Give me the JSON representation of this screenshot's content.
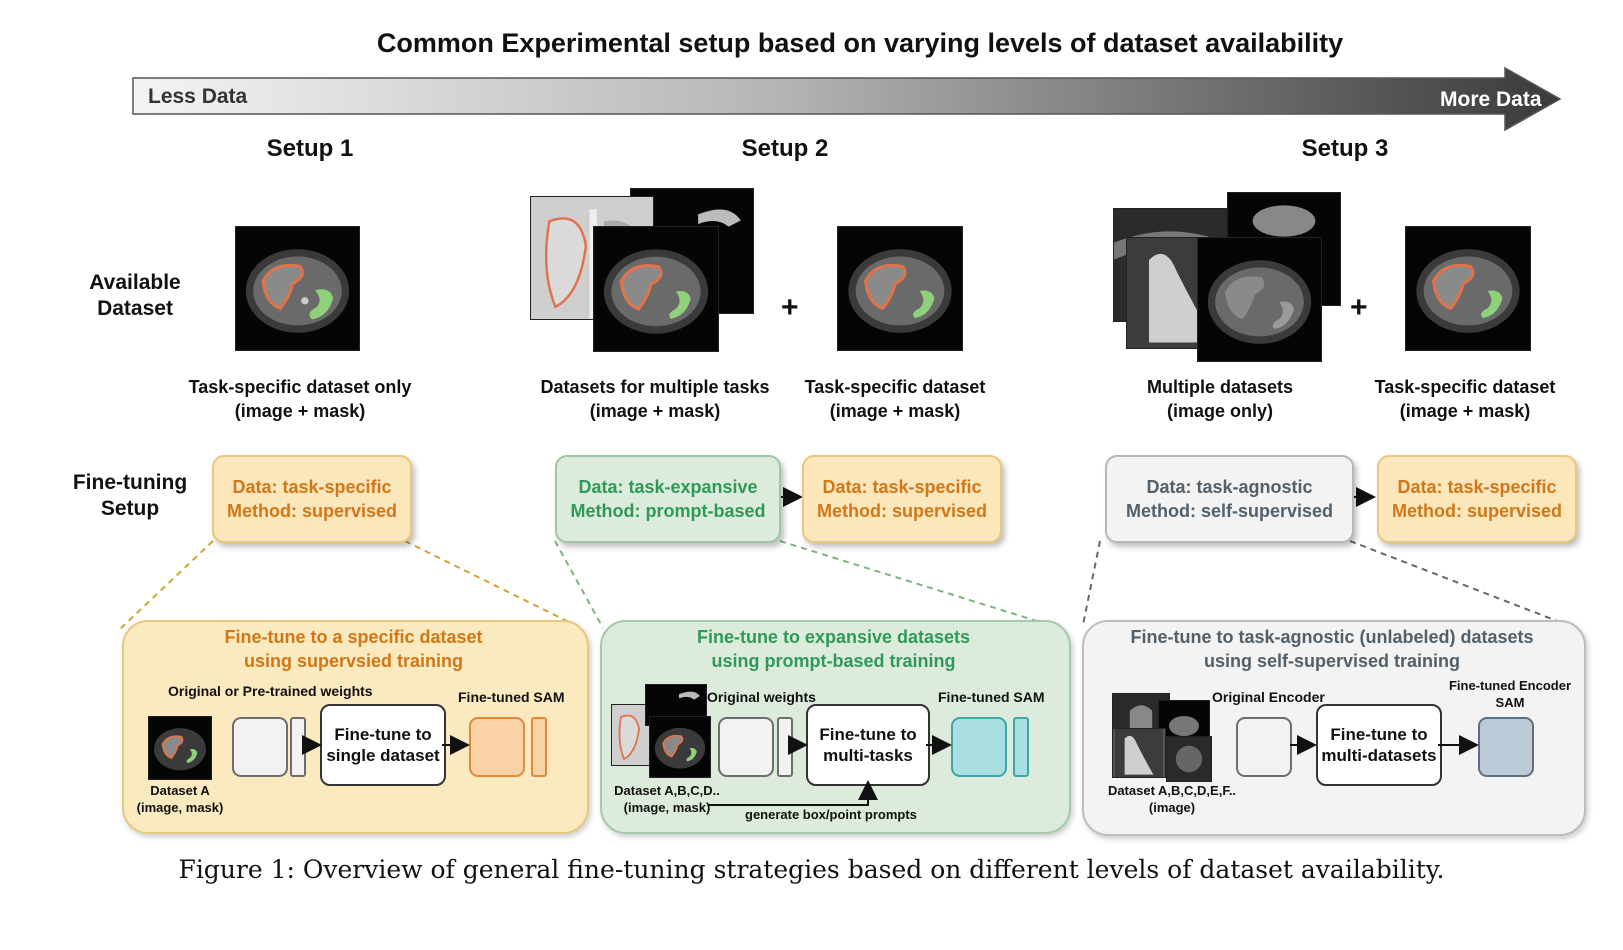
{
  "title": "Common Experimental setup based on varying levels of dataset availability",
  "arrow": {
    "left_label": "Less Data",
    "right_label": "More Data"
  },
  "row_labels": {
    "available": "Available Dataset",
    "finetune": "Fine-tuning Setup"
  },
  "setups": [
    {
      "title": "Setup 1",
      "datasets": [
        {
          "line1": "Task-specific dataset only",
          "line2": "(image + mask)"
        }
      ],
      "boxes": [
        {
          "line1": "Data: task-specific",
          "line2": "Method: supervised"
        }
      ],
      "panel": {
        "title_line1": "Fine-tune to a specific dataset",
        "title_line2": "using supervsied training",
        "weights_label": "Original or Pre-trained weights",
        "output_label": "Fine-tuned SAM",
        "process_line1": "Fine-tune to",
        "process_line2": "single dataset",
        "dataset_line1": "Dataset A",
        "dataset_line2": "(image, mask)"
      }
    },
    {
      "title": "Setup 2",
      "plus": "+",
      "datasets": [
        {
          "line1": "Datasets for multiple tasks",
          "line2": "(image + mask)"
        },
        {
          "line1": "Task-specific dataset",
          "line2": "(image + mask)"
        }
      ],
      "boxes": [
        {
          "line1": "Data: task-expansive",
          "line2": "Method: prompt-based"
        },
        {
          "line1": "Data: task-specific",
          "line2": "Method: supervised"
        }
      ],
      "panel": {
        "title_line1": "Fine-tune to expansive datasets",
        "title_line2": "using prompt-based training",
        "weights_label": "Original weights",
        "output_label": "Fine-tuned SAM",
        "process_line1": "Fine-tune to",
        "process_line2": "multi-tasks",
        "dataset_line1": "Dataset A,B,C,D..",
        "dataset_line2": "(image, mask)",
        "prompt_label": "generate box/point prompts"
      }
    },
    {
      "title": "Setup 3",
      "plus": "+",
      "datasets": [
        {
          "line1": "Multiple datasets",
          "line2": "(image only)"
        },
        {
          "line1": "Task-specific dataset",
          "line2": "(image + mask)"
        }
      ],
      "boxes": [
        {
          "line1": "Data: task-agnostic",
          "line2": "Method: self-supervised"
        },
        {
          "line1": "Data: task-specific",
          "line2": "Method: supervised"
        }
      ],
      "panel": {
        "title_line1": "Fine-tune to task-agnostic (unlabeled) datasets",
        "title_line2": "using self-supervised training",
        "weights_label": "Original Encoder",
        "output_label_line1": "Fine-tuned Encoder",
        "output_label_line2": "SAM",
        "process_line1": "Fine-tune to",
        "process_line2": "multi-datasets",
        "dataset_line1": "Dataset A,B,C,D,E,F..",
        "dataset_line2": "(image)"
      }
    }
  ],
  "figure_caption": "Figure 1: Overview of general fine-tuning strategies based on different levels of dataset availability.",
  "colors": {
    "orange_text": "#d27717",
    "orange_fill": "#fbe7bb",
    "green_text": "#2f9a57",
    "green_fill": "#dcebdc",
    "gray_text": "#53606a",
    "gray_fill": "#f3f3f3",
    "mask_liver": "#e0734a",
    "mask_spleen": "#8fd17a"
  },
  "icons": [
    "liver-ct-scan-icon",
    "chest-xray-icon",
    "brain-mri-icon",
    "ultrasound-icon"
  ]
}
